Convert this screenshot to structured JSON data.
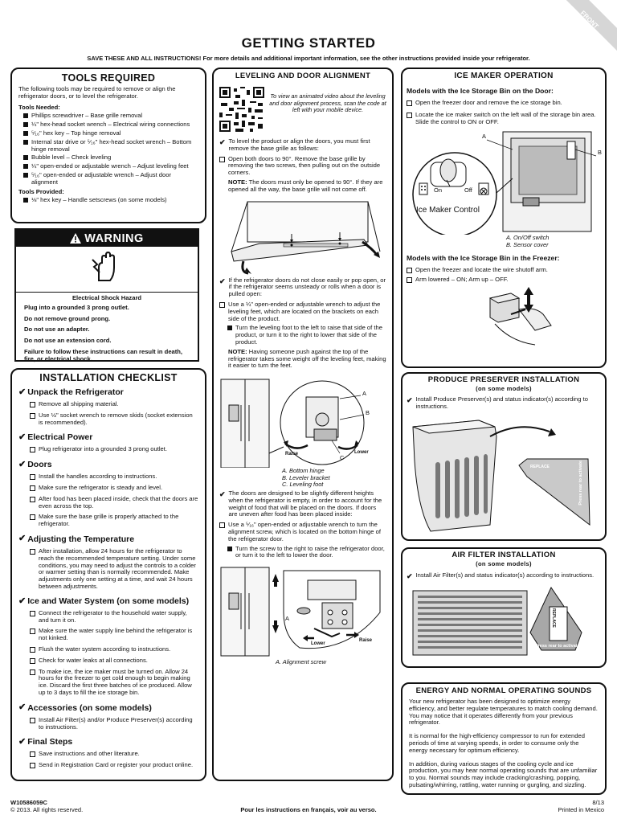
{
  "corner_tag": "FRONT",
  "title": "GETTING STARTED",
  "subtitle": "SAVE THESE AND ALL INSTRUCTIONS! For more details and additional important information, see the other instructions provided inside your refrigerator.",
  "tools": {
    "title": "TOOLS REQUIRED",
    "intro": "The following tools may be required to remove or align the refrigerator doors, or to level the refrigerator.",
    "needed_label": "Tools Needed:",
    "needed": [
      "Phillips screwdriver – Base grille removal",
      "¼\" hex-head socket wrench – Electrical wiring connections",
      "⁵⁄₁₆\" hex key – Top hinge removal",
      "Internal star drive or ⁵⁄₁₆\" hex-head socket wrench – Bottom hinge removal",
      "Bubble level – Check leveling",
      "¼\" open-ended or adjustable wrench – Adjust leveling feet",
      "⁵⁄₁₆\" open-ended or adjustable wrench – Adjust door alignment"
    ],
    "provided_label": "Tools Provided:",
    "provided": [
      "⅛\" hex key – Handle setscrews (on some models)"
    ]
  },
  "warning": {
    "title": "WARNING",
    "hazard": "Electrical Shock Hazard",
    "lines": [
      "Plug into a grounded 3 prong outlet.",
      "Do not remove ground prong.",
      "Do not use an adapter.",
      "Do not use an extension cord.",
      "Failure to follow these instructions can result in death, fire, or electrical shock."
    ]
  },
  "checklist": {
    "title": "INSTALLATION CHECKLIST",
    "sections": [
      {
        "heading": "Unpack the Refrigerator",
        "items": [
          "Remove all shipping material.",
          "Use ½\" socket wrench to remove skids (socket extension is recommended)."
        ]
      },
      {
        "heading": "Electrical Power",
        "items": [
          "Plug refrigerator into a grounded 3 prong outlet."
        ]
      },
      {
        "heading": "Doors",
        "items": [
          "Install the handles according to instructions.",
          "Make sure the refrigerator is steady and level.",
          "After food has been placed inside, check that the doors are even across the top.",
          "Make sure the base grille is properly attached to the refrigerator."
        ]
      },
      {
        "heading": "Adjusting the Temperature",
        "items": [
          "After installation, allow 24 hours for the refrigerator to reach the recommended temperature setting. Under some conditions, you may need to adjust the controls to a colder or warmer setting than is normally recommended. Make adjustments only one setting at a time, and wait 24 hours between adjustments."
        ]
      },
      {
        "heading": "Ice and Water System (on some models)",
        "items": [
          "Connect the refrigerator to the household water supply, and turn it on.",
          "Make sure the water supply line behind the refrigerator is not kinked.",
          "Flush the water system according to instructions.",
          "Check for water leaks at all connections.",
          "To make ice, the ice maker must be turned on. Allow 24 hours for the freezer to get cold enough to begin making ice. Discard the first three batches of ice produced. Allow up to 3 days to fill the ice storage bin."
        ]
      },
      {
        "heading": "Accessories (on some models)",
        "items": [
          "Install Air Filter(s) and/or Produce Preserver(s) according to instructions."
        ]
      },
      {
        "heading": "Final Steps",
        "items": [
          "Save instructions and other literature.",
          "Send in Registration Card or register your product online."
        ]
      }
    ]
  },
  "leveling": {
    "title": "LEVELING AND DOOR ALIGNMENT",
    "qr_text": "To view an animated video about the leveling and door alignment process, scan the code at left with your mobile device.",
    "intro": "To level the product or align the doors, you must first remove the base grille as follows:",
    "step1": "Open both doors to 90°. Remove the base grille by removing the two screws, then pulling out on the outside corners.",
    "note1_label": "NOTE:",
    "note1": "The doors must only be opened to 90°. If they are opened all the way, the base grille will not come off.",
    "check2": "If the refrigerator doors do not close easily or pop open, or if the refrigerator seems unsteady or rolls when a door is pulled open:",
    "step2": "Use a ¼\" open-ended or adjustable wrench to adjust the leveling feet, which are located on the brackets on each side of the product.",
    "step2_sub": "Turn the leveling foot to the left to raise that side of the product, or turn it to the right to lower that side of the product.",
    "note2_label": "NOTE:",
    "note2": "Having someone push against the top of the refrigerator takes some weight off the leveling feet, making it easier to turn the feet.",
    "fig2_labels": {
      "a": "A",
      "b": "B",
      "c": "C",
      "raise": "Raise",
      "lower": "Lower"
    },
    "fig2_caption": [
      "A. Bottom hinge",
      "B. Leveler bracket",
      "C. Leveling foot"
    ],
    "check3": "The doors are designed to be slightly different heights when the refrigerator is empty, in order to account for the weight of food that will be placed on the doors. If doors are uneven after food has been placed inside:",
    "step3": "Use a ⁵⁄₁₆\" open-ended or adjustable wrench to turn the alignment screw, which is located on the bottom hinge of the refrigerator door.",
    "step3_sub": "Turn the screw to the right to raise the refrigerator door, or turn it to the left to lower the door.",
    "fig3_labels": {
      "a": "A",
      "raise": "Raise",
      "lower": "Lower"
    },
    "fig3_caption": "A. Alignment screw"
  },
  "icemaker": {
    "title": "ICE MAKER OPERATION",
    "door_heading": "Models with the Ice Storage Bin on the Door:",
    "door_items": [
      "Open the freezer door and remove the ice storage bin.",
      "Locate the ice maker switch on the left wall of the storage bin area. Slide the control to ON or OFF."
    ],
    "fig_labels": {
      "on": "On",
      "off": "Off",
      "control": "Ice Maker Control",
      "a": "A",
      "b": "B"
    },
    "fig_caption": [
      "A. On/Off switch",
      "B. Sensor cover"
    ],
    "freezer_heading": "Models with the Ice Storage Bin in the Freezer:",
    "freezer_items": [
      "Open the freezer and locate the wire shutoff arm.",
      "Arm lowered – ON; Arm up – OFF."
    ]
  },
  "produce": {
    "title": "PRODUCE PRESERVER INSTALLATION",
    "subtitle": "(on some models)",
    "text": "Install Produce Preserver(s) and status indicator(s) according to instructions.",
    "indicator_labels": {
      "replace": "REPLACE",
      "press": "Press rear to activate"
    }
  },
  "airfilter": {
    "title": "AIR FILTER INSTALLATION",
    "subtitle": "(on some models)",
    "text": "Install Air Filter(s) and status indicator(s) according to instructions.",
    "indicator_labels": {
      "replace": "REPLACE",
      "press": "Press rear to activate"
    }
  },
  "energy": {
    "title": "ENERGY AND NORMAL OPERATING SOUNDS",
    "paras": [
      "Your new refrigerator has been designed to optimize energy efficiency, and better regulate temperatures to match cooling demand. You may notice that it operates differently from your previous refrigerator.",
      "It is normal for the high-efficiency compressor to run for extended periods of time at varying speeds, in order to consume only the energy necessary for optimum efficiency.",
      "In addition, during various stages of the cooling cycle and ice production, you may hear normal operating sounds that are unfamiliar to you. Normal sounds may include cracking/crashing, popping, pulsating/whirring, rattling, water running or gurgling, and sizzling."
    ]
  },
  "footer": {
    "part": "W10586059C",
    "copyright": "© 2013. All rights reserved.",
    "french": "Pour les instructions en français, voir au verso.",
    "date": "8/13",
    "printed": "Printed in Mexico"
  }
}
